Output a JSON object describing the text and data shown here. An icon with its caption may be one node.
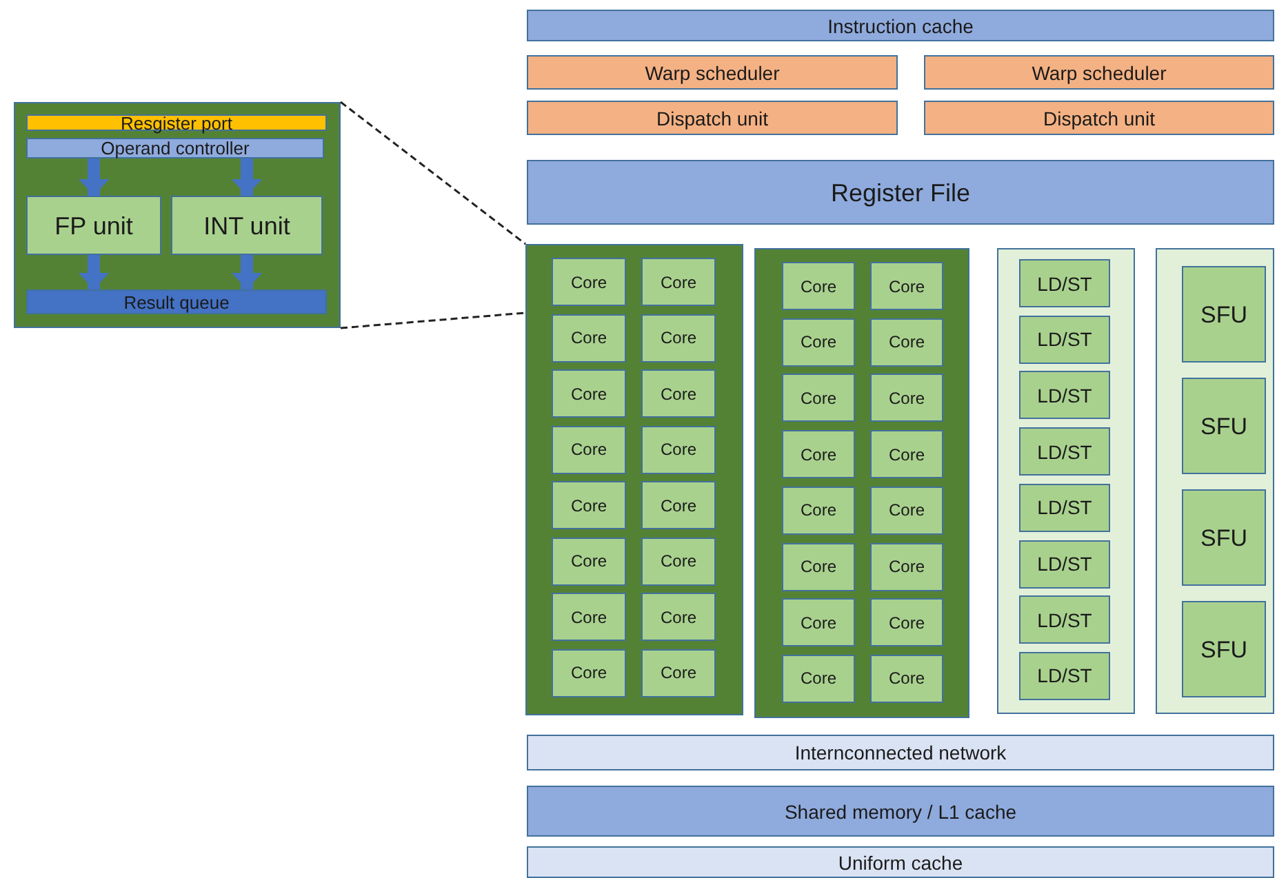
{
  "diagram": {
    "nodes": [
      {
        "text": [],
        "shape": "box"
      },
      {
        "text": [
          "Resgister port"
        ],
        "in": 0
      },
      {
        "text": [
          "Operand controller"
        ],
        "in": 0
      },
      {
        "text": [
          "FP unit"
        ],
        "in": 0
      },
      {
        "text": [
          "INT unit"
        ],
        "in": 0
      },
      {
        "text": [
          "Result queue"
        ],
        "in": 0
      },
      {
        "text": [
          "Instruction cache"
        ]
      },
      {
        "text": [
          "Warp scheduler"
        ]
      },
      {
        "text": [
          "Warp scheduler"
        ]
      },
      {
        "text": [
          "Dispatch unit"
        ]
      },
      {
        "text": [
          "Dispatch unit"
        ]
      },
      {
        "text": [
          "Register File"
        ]
      },
      {
        "text": [],
        "shape": "box"
      },
      {
        "text": [
          "Core"
        ],
        "in": 12
      },
      {
        "text": [
          "Core"
        ],
        "in": 12
      },
      {
        "text": [
          "Core"
        ],
        "in": 12
      },
      {
        "text": [
          "Core"
        ],
        "in": 12
      },
      {
        "text": [
          "Core"
        ],
        "in": 12
      },
      {
        "text": [
          "Core"
        ],
        "in": 12
      },
      {
        "text": [
          "Core"
        ],
        "in": 12
      },
      {
        "text": [
          "Core"
        ],
        "in": 12
      },
      {
        "text": [
          "Core"
        ],
        "in": 12
      },
      {
        "text": [
          "Core"
        ],
        "in": 12
      },
      {
        "text": [
          "Core"
        ],
        "in": 12
      },
      {
        "text": [
          "Core"
        ],
        "in": 12
      },
      {
        "text": [
          "Core"
        ],
        "in": 12
      },
      {
        "text": [
          "Core"
        ],
        "in": 12
      },
      {
        "text": [
          "Core"
        ],
        "in": 12
      },
      {
        "text": [
          "Core"
        ],
        "in": 12
      },
      {
        "text": [],
        "shape": "box"
      },
      {
        "text": [
          "Core"
        ],
        "in": 29
      },
      {
        "text": [
          "Core"
        ],
        "in": 29
      },
      {
        "text": [
          "Core"
        ],
        "in": 29
      },
      {
        "text": [
          "Core"
        ],
        "in": 29
      },
      {
        "text": [
          "Core"
        ],
        "in": 29
      },
      {
        "text": [
          "Core"
        ],
        "in": 29
      },
      {
        "text": [
          "Core"
        ],
        "in": 29
      },
      {
        "text": [
          "Core"
        ],
        "in": 29
      },
      {
        "text": [
          "Core"
        ],
        "in": 29
      },
      {
        "text": [
          "Core"
        ],
        "in": 29
      },
      {
        "text": [
          "Core"
        ],
        "in": 29
      },
      {
        "text": [
          "Core"
        ],
        "in": 29
      },
      {
        "text": [
          "Core"
        ],
        "in": 29
      },
      {
        "text": [
          "Core"
        ],
        "in": 29
      },
      {
        "text": [
          "Core"
        ],
        "in": 29
      },
      {
        "text": [
          "Core"
        ],
        "in": 29
      },
      {
        "text": [],
        "shape": "box"
      },
      {
        "text": [
          "LD/ST"
        ],
        "in": 46
      },
      {
        "text": [
          "LD/ST"
        ],
        "in": 46
      },
      {
        "text": [
          "LD/ST"
        ],
        "in": 46
      },
      {
        "text": [
          "LD/ST"
        ],
        "in": 46
      },
      {
        "text": [
          "LD/ST"
        ],
        "in": 46
      },
      {
        "text": [
          "LD/ST"
        ],
        "in": 46
      },
      {
        "text": [
          "LD/ST"
        ],
        "in": 46
      },
      {
        "text": [
          "LD/ST"
        ],
        "in": 46
      },
      {
        "text": [],
        "shape": "box"
      },
      {
        "text": [
          "SFU"
        ],
        "in": 55
      },
      {
        "text": [
          "SFU"
        ],
        "in": 55
      },
      {
        "text": [
          "SFU"
        ],
        "in": 55
      },
      {
        "text": [
          "SFU"
        ],
        "in": 55
      },
      {
        "text": [
          "Internconnected network"
        ]
      },
      {
        "text": [
          "Shared memory / L1 cache"
        ]
      },
      {
        "text": [
          "Uniform cache"
        ]
      }
    ],
    "edges": [
      {
        "from": 2,
        "to": 3,
        "arrow": "to"
      },
      {
        "from": 2,
        "to": 4,
        "arrow": "to"
      },
      {
        "from": 3,
        "to": 5,
        "arrow": "to"
      },
      {
        "from": 4,
        "to": 5,
        "arrow": "to"
      },
      {
        "from": 0,
        "to": 12,
        "arrow": "none",
        "style": "dashed",
        "color": "#222222"
      },
      {
        "from": 0,
        "to": 12,
        "arrow": "none",
        "style": "dashed",
        "color": "#222222"
      }
    ]
  }
}
